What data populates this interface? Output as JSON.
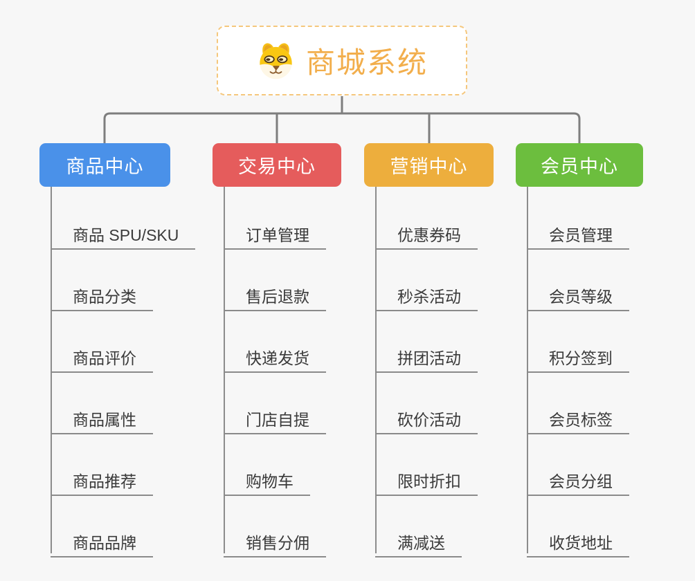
{
  "root": {
    "title": "商城系统",
    "icon": "dog-face-icon"
  },
  "branches": [
    {
      "label": "商品中心",
      "color": "#4a91e9",
      "items": [
        "商品 SPU/SKU",
        "商品分类",
        "商品评价",
        "商品属性",
        "商品推荐",
        "商品品牌"
      ]
    },
    {
      "label": "交易中心",
      "color": "#e55c5c",
      "items": [
        "订单管理",
        "售后退款",
        "快递发货",
        "门店自提",
        "购物车",
        "销售分佣"
      ]
    },
    {
      "label": "营销中心",
      "color": "#edae3d",
      "items": [
        "优惠券码",
        "秒杀活动",
        "拼团活动",
        "砍价活动",
        "限时折扣",
        "满减送"
      ]
    },
    {
      "label": "会员中心",
      "color": "#6cbe3e",
      "items": [
        "会员管理",
        "会员等级",
        "积分签到",
        "会员标签",
        "会员分组",
        "收货地址"
      ]
    }
  ],
  "appearance": {
    "background": "#f7f7f7",
    "root_border": "#f5c77c",
    "root_text": "#f2ae4c",
    "connector_line": "#7e7e7e",
    "trunk_line": "#8c8c8c",
    "underline": "#8a8a8a",
    "item_text": "#3a3a3a",
    "branch_text": "#ffffff"
  }
}
